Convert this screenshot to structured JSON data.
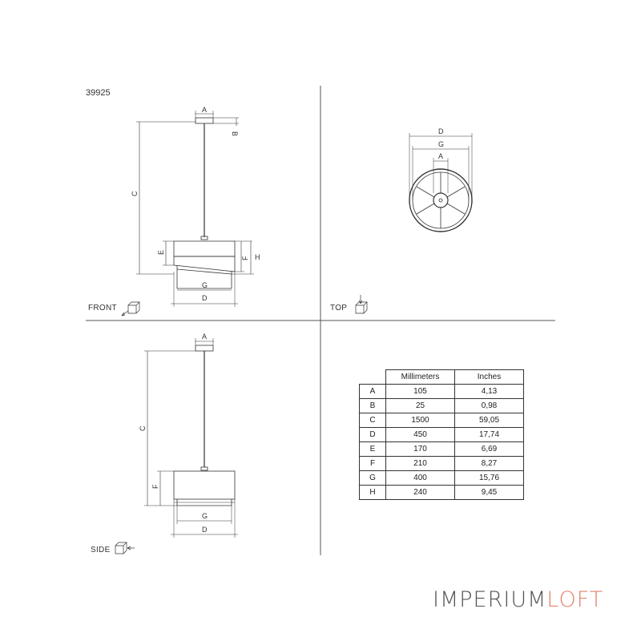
{
  "model_number": "39925",
  "views": {
    "front": "FRONT",
    "top": "TOP",
    "side": "SIDE"
  },
  "dimension_letters": {
    "a": "A",
    "b": "B",
    "c": "C",
    "d": "D",
    "e": "E",
    "f": "F",
    "g": "G",
    "h": "H"
  },
  "table": {
    "headers": [
      "",
      "Millimeters",
      "Inches"
    ],
    "rows": [
      {
        "label": "A",
        "mm": "105",
        "in": "4,13"
      },
      {
        "label": "B",
        "mm": "25",
        "in": "0,98"
      },
      {
        "label": "C",
        "mm": "1500",
        "in": "59,05"
      },
      {
        "label": "D",
        "mm": "450",
        "in": "17,74"
      },
      {
        "label": "E",
        "mm": "170",
        "in": "6,69"
      },
      {
        "label": "F",
        "mm": "210",
        "in": "8,27"
      },
      {
        "label": "G",
        "mm": "400",
        "in": "15,76"
      },
      {
        "label": "H",
        "mm": "240",
        "in": "9,45"
      }
    ]
  },
  "brand": {
    "part1": "IMPERIUM",
    "part2": "LOFT",
    "color_primary": "#555555",
    "color_accent": "#e2836c"
  },
  "colors": {
    "line": "#333333",
    "divider": "#555555"
  }
}
